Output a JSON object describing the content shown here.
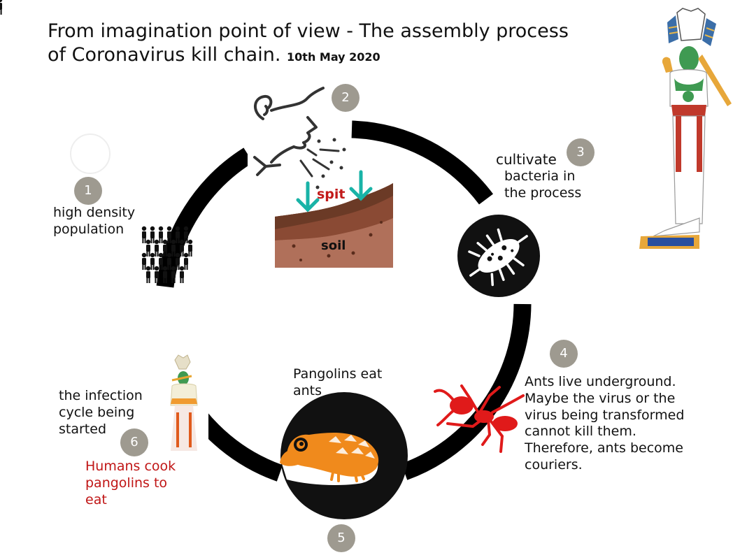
{
  "title": {
    "line1": "From imagination point of view - The assembly process",
    "line2": "of Coronavirus kill chain.",
    "date": "10th May 2020"
  },
  "steps": [
    {
      "number": "1",
      "label": "high density\npopulation",
      "icon": "crowd-icon"
    },
    {
      "number": "2",
      "spit_label": "spit",
      "soil_label": "soil",
      "icon": "spitting-face-icon"
    },
    {
      "number": "3",
      "label_line1": "cultivate",
      "label_line2": "bacteria in\nthe process",
      "icon": "bacteria-icon"
    },
    {
      "number": "4",
      "label": "Ants live underground.\nMaybe the virus or the\nvirus being transformed\ncannot kill them.\nTherefore, ants become\ncouriers.",
      "icon": "ant-icon"
    },
    {
      "number": "5",
      "label": "Pangolins eat\nants",
      "icon": "pangolin-icon"
    },
    {
      "number": "6",
      "label": "the infection\ncycle being\nstarted",
      "note": "Humans cook\npangolins to\neat",
      "icon": "egyptian-god-icon"
    }
  ],
  "colors": {
    "cycle": "#000000",
    "badge": "#9e9a90",
    "red_text": "#c01515",
    "spit_text": "#c21a1a",
    "sprout": "#19b3a7",
    "soil_top": "#6b3a26",
    "soil_mid": "#8a4a34",
    "soil_low": "#b0705a",
    "ant": "#e01a1a",
    "pangolin": "#f08a1c"
  }
}
